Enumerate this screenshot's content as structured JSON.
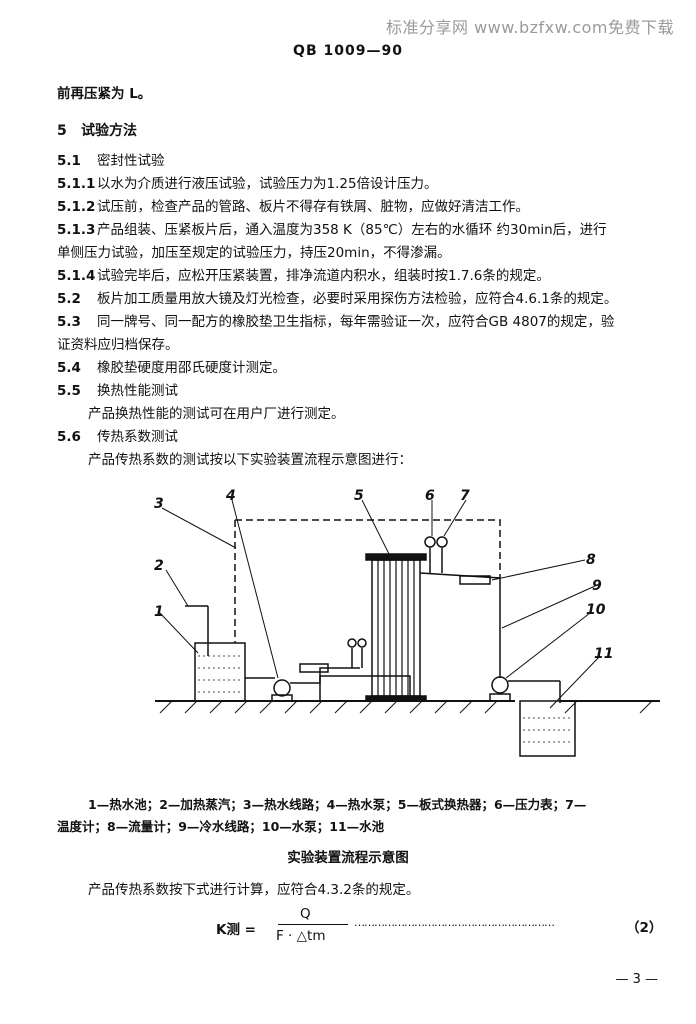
{
  "watermark": "标准分享网 www.bzfxw.com免费下载",
  "header": "QB 1009—90",
  "intro_line": "前再压紧为 L。",
  "section5": {
    "num": "5",
    "title": "试验方法"
  },
  "items": [
    {
      "num": "5.1",
      "text": "密封性试验"
    },
    {
      "num": "5.1.1",
      "text": "以水为介质进行液压试验，试验压力为1.25倍设计压力。"
    },
    {
      "num": "5.1.2",
      "text": "试压前，检查产品的管路、板片不得存有铁屑、脏物，应做好清洁工作。"
    },
    {
      "num": "5.1.3",
      "text": "产品组装、压紧板片后，通入温度为358 K（85℃）左右的水循环 约30min后，进行"
    },
    {
      "num": "",
      "text": "单侧压力试验，加压至规定的试验压力，持压20min，不得渗漏。"
    },
    {
      "num": "5.1.4",
      "text": "试验完毕后，应松开压紧装置，排净流道内积水，组装时按1.7.6条的规定。"
    },
    {
      "num": "5.2",
      "text": "板片加工质量用放大镜及灯光检查，必要时采用探伤方法检验，应符合4.6.1条的规定。"
    },
    {
      "num": "5.3",
      "text": "同一牌号、同一配方的橡胶垫卫生指标，每年需验证一次，应符合GB 4807的规定，验"
    },
    {
      "num": "",
      "text": "证资料应归档保存。"
    },
    {
      "num": "5.4",
      "text": "橡胶垫硬度用邵氏硬度计测定。"
    },
    {
      "num": "5.5",
      "text": "换热性能测试"
    },
    {
      "num": "",
      "text": "产品换热性能的测试可在用户厂进行测定。"
    },
    {
      "num": "5.6",
      "text": "传热系数测试"
    },
    {
      "num": "",
      "text": "产品传热系数的测试按以下实验装置流程示意图进行："
    }
  ],
  "diagram_labels": [
    "1",
    "2",
    "3",
    "4",
    "5",
    "6",
    "7",
    "8",
    "9",
    "10",
    "11"
  ],
  "caption_line1": "1—热水池；2—加热蒸汽；3—热水线路；4—热水泵；5—板式换热器；6—压力表；7—",
  "caption_line2": "温度计；8—流量计；9—冷水线路；10—水泵；11—水池",
  "caption_title": "实验装置流程示意图",
  "calc_line": "产品传热系数按下式进行计算，应符合4.3.2条的规定。",
  "formula": {
    "lhs": "K测 =",
    "numerator": "Q",
    "denominator": "F · △tm",
    "dots": "……………………………………………………",
    "eq_no": "（2）"
  },
  "page_number": "— 3 —"
}
